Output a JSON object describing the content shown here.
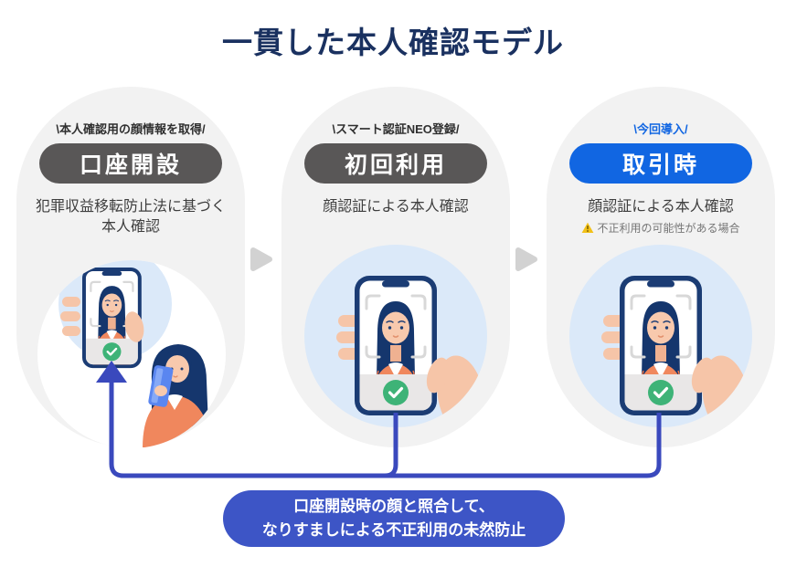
{
  "title": "一貫した本人確認モデル",
  "steps": [
    {
      "callout": "\\本人確認用の顔情報を取得/",
      "label": "口座開設",
      "description": "犯罪収益移転防止法に基づく\n本人確認",
      "style": "dark"
    },
    {
      "callout": "\\スマート認証NEO登録/",
      "label": "初回利用",
      "description": "顔認証による本人確認",
      "style": "dark"
    },
    {
      "callout": "\\今回導入/",
      "label": "取引時",
      "description": "顔認証による本人確認",
      "style": "blue",
      "warning": {
        "icon": "warning-triangle-icon",
        "text": "不正利用の可能性がある場合"
      }
    }
  ],
  "conclusion": {
    "text": "口座開設時の顔と照合して、\nなりすましによる不正利用の未然防止"
  },
  "icons": {
    "flow_arrow": "right-triangle",
    "check": "checkmark-circle",
    "up_arrow": "arrow-up"
  },
  "palette": {
    "title_navy": "#1a3160",
    "panel_gray": "#f2f2f2",
    "step_dark": "#595757",
    "accent_blue": "#1166e2",
    "connector_indigo": "#3a49bd",
    "conclusion_blue": "#3d55c6",
    "check_green": "#3eb377",
    "warning_yellow": "#f2c118",
    "light_blue": "#dbe9f9",
    "phone_navy": "#1b3c74",
    "hair_navy": "#15366d",
    "shirt_orange": "#f0875d",
    "skin": "#f6c5a8",
    "flow_arrow_gray": "#d2d2d2"
  }
}
